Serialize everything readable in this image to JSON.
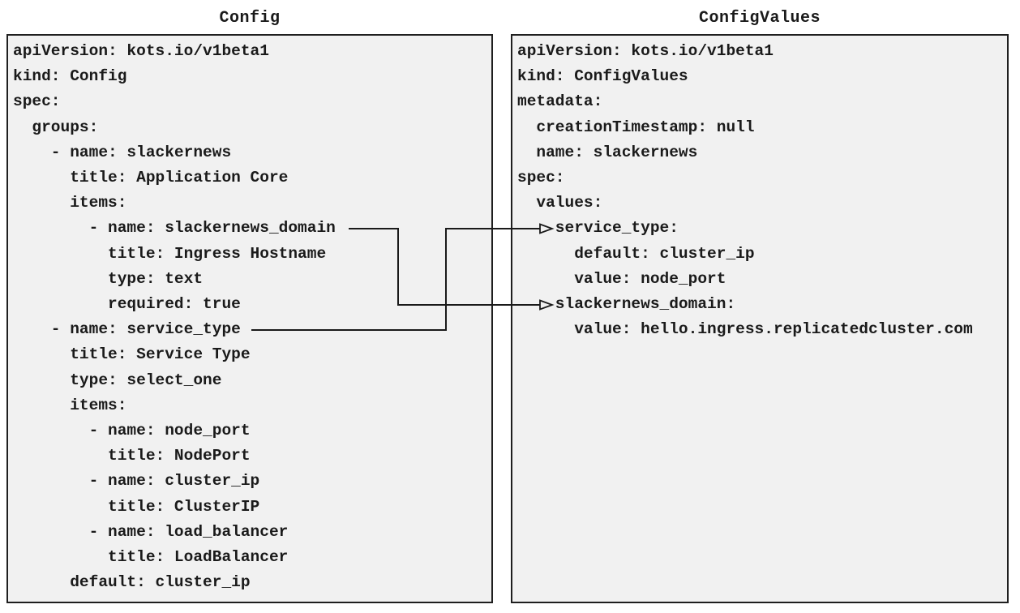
{
  "colors": {
    "page_background": "#ffffff",
    "panel_background": "#f1f1f1",
    "panel_border": "#1f1f1f",
    "text": "#1a1a1a",
    "connector": "#1a1a1a"
  },
  "panels": [
    {
      "id": "config",
      "title": "Config",
      "code_lines": [
        "apiVersion: kots.io/v1beta1",
        "kind: Config",
        "spec:",
        "  groups:",
        "    - name: slackernews",
        "      title: Application Core",
        "      items:",
        "        - name: slackernews_domain",
        "          title: Ingress Hostname",
        "          type: text",
        "          required: true",
        "    - name: service_type",
        "      title: Service Type",
        "      type: select_one",
        "      items:",
        "        - name: node_port",
        "          title: NodePort",
        "        - name: cluster_ip",
        "          title: ClusterIP",
        "        - name: load_balancer",
        "          title: LoadBalancer",
        "      default: cluster_ip"
      ]
    },
    {
      "id": "configvalues",
      "title": "ConfigValues",
      "code_lines": [
        "apiVersion: kots.io/v1beta1",
        "kind: ConfigValues",
        "metadata:",
        "  creationTimestamp: null",
        "  name: slackernews",
        "spec:",
        "  values:",
        "    service_type:",
        "      default: cluster_ip",
        "      value: node_port",
        "    slackernews_domain:",
        "      value: hello.ingress.replicatedcluster.com"
      ]
    }
  ],
  "connectors": [
    {
      "id": "slackernews-domain-link",
      "from_panel": "Config",
      "from_line": "- name: slackernews_domain",
      "to_panel": "ConfigValues",
      "to_line": "slackernews_domain:"
    },
    {
      "id": "service-type-link",
      "from_panel": "Config",
      "from_line": "- name: service_type",
      "to_panel": "ConfigValues",
      "to_line": "service_type:"
    }
  ]
}
